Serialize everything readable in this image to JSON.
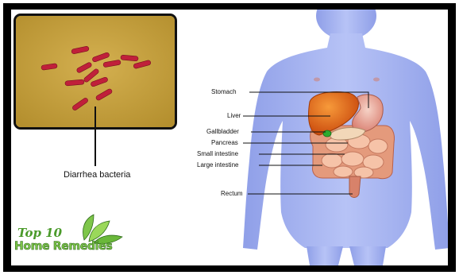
{
  "bacteria_caption": "Diarrhea bacteria",
  "labels": {
    "stomach": "Stomach",
    "liver": "Liver",
    "gallbladder": "Gallbladder",
    "pancreas": "Pancreas",
    "small_intestine": "Small intestine",
    "large_intestine": "Large intestine",
    "rectum": "Rectum"
  },
  "logo": {
    "line1": "Top 10",
    "line2": "Home Remedies"
  },
  "colors": {
    "micro_bg": "#c9a33f",
    "bacteria": "#c0203a",
    "body": "#a8b6f2",
    "liver": "#e0601a",
    "stomach": "#e8a99a",
    "intestine": "#f0b89a",
    "logo_green": "#6ab83a"
  }
}
